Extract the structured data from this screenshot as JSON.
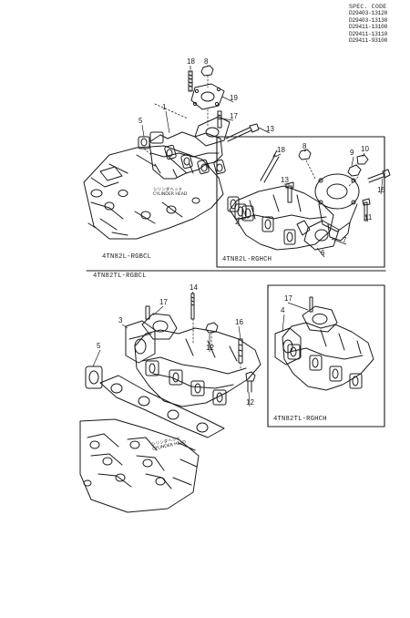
{
  "spec_code": {
    "header": "SPEC. CODE",
    "codes": [
      "D29403-13120",
      "D29403-13130",
      "D29411-13100",
      "D29411-13110",
      "D29411-93100"
    ]
  },
  "section_labels": {
    "top_left_model": "4TN82L-RGBCL",
    "top_right_model": "4TN82L-RGHCH",
    "bottom_left_model": "4TN82TL-RGBCL",
    "bottom_right_model": "4TN82TL-RGHCH"
  },
  "head_labels": {
    "top_jp": "シリンダヘッド",
    "top_en": "CYLINDER HEAD",
    "bottom_jp": "シリンダヘッド",
    "bottom_en": "CYLINDER HEAD"
  },
  "callouts": {
    "top_left": [
      "18",
      "8",
      "19",
      "17",
      "13",
      "5",
      "1"
    ],
    "top_right": [
      "18",
      "8",
      "13",
      "9",
      "10",
      "15",
      "11",
      "7",
      "6",
      "2"
    ],
    "bottom_left": [
      "17",
      "14",
      "3",
      "5",
      "12",
      "16",
      "12"
    ],
    "bottom_right": [
      "17",
      "4"
    ]
  }
}
